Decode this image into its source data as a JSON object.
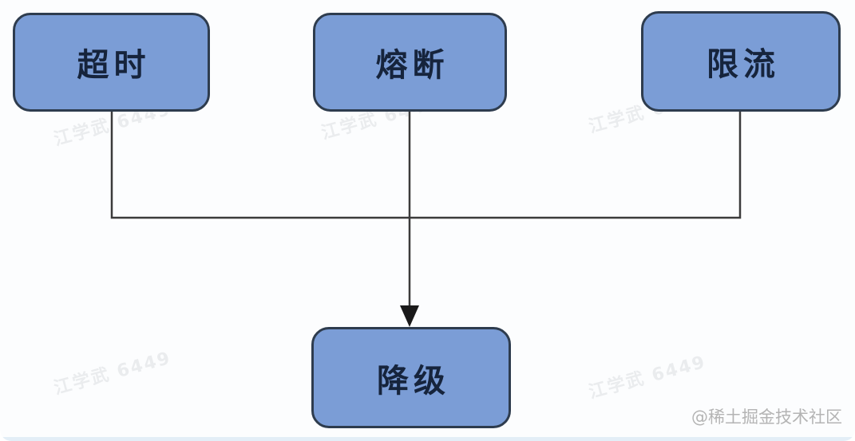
{
  "diagram": {
    "title": "fault-tolerance-strategies-flow",
    "nodes": [
      {
        "id": "timeout",
        "label": "超时"
      },
      {
        "id": "circuit-break",
        "label": "熔断"
      },
      {
        "id": "rate-limit",
        "label": "限流"
      },
      {
        "id": "degrade",
        "label": "降级"
      }
    ],
    "edges": [
      {
        "from": "timeout",
        "to": "degrade",
        "style": "elbow"
      },
      {
        "from": "circuit-break",
        "to": "degrade",
        "style": "straight-arrow"
      },
      {
        "from": "rate-limit",
        "to": "degrade",
        "style": "elbow"
      }
    ],
    "colors": {
      "node_fill": "#7b9dd6",
      "node_border": "#2e3c4e",
      "node_text": "#16243c",
      "connector_line": "#3b3b3b",
      "watermark_text": "#8c949e",
      "credit_text": "#b4b4b4",
      "background": "#fcfdfe",
      "bottom_strip": "#e3eef7"
    }
  },
  "watermark": {
    "text": "江学武 6449"
  },
  "credit": {
    "text": "@稀土掘金技术社区"
  }
}
